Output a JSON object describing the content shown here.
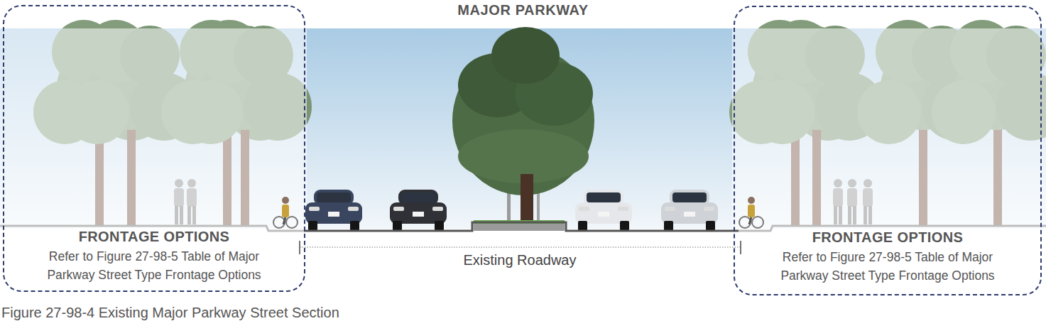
{
  "diagram": {
    "title": "MAJOR PARKWAY",
    "caption": "Figure 27-98-4 Existing Major Parkway Street Section",
    "nodes": [
      {
        "text": [
          "FRONTAGE OPTIONS",
          "Refer to Figure 27-98-5 Table of Major Parkway Street Type Frontage Options"
        ]
      },
      {
        "text": [
          "FRONTAGE OPTIONS",
          "Refer to Figure 27-98-5 Table of Major Parkway Street Type Frontage Options"
        ]
      }
    ],
    "labels": [
      "Existing Roadway"
    ]
  }
}
